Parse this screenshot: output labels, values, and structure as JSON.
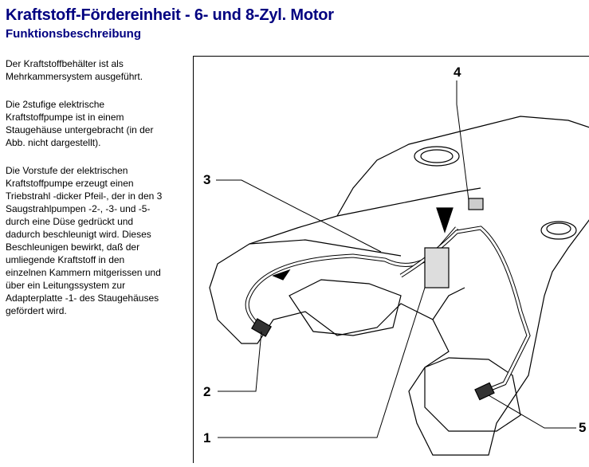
{
  "header": {
    "title": "Kraftstoff-Fördereinheit - 6- und 8-Zyl. Motor",
    "subtitle": "Funktionsbeschreibung"
  },
  "paragraphs": [
    [
      "Der Kraftstoffbehälter ist als",
      "Mehrkammersystem ausgeführt."
    ],
    [
      "Die 2stufige elektrische",
      "Kraftstoffpumpe ist in einem",
      "Staugehäuse untergebracht (in der",
      "Abb. nicht dargestellt)."
    ],
    [
      "Die Vorstufe der elektrischen",
      "Kraftstoffpumpe erzeugt einen",
      "Triebstrahl -dicker Pfeil-, der in den 3",
      "Saugstrahlpumpen -2-, -3- und -5-",
      "durch eine Düse gedrückt und",
      "dadurch beschleunigt wird. Dieses",
      "Beschleunigen bewirkt, daß der",
      "umliegende Kraftstoff in den",
      "einzelnen Kammern mitgerissen und",
      "über ein Leitungssystem zur",
      "Adapterplatte -1- des Staugehäuses",
      "gefördert wird."
    ]
  ],
  "figure": {
    "labels": {
      "l1": "1",
      "l2": "2",
      "l3": "3",
      "l4": "4",
      "l5": "5"
    }
  }
}
